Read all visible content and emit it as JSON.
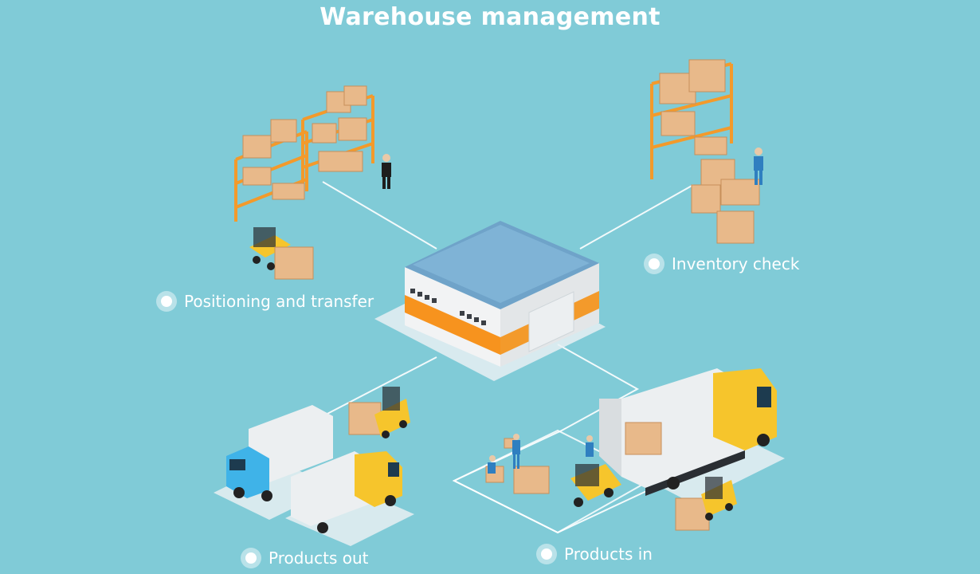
{
  "title": "Warehouse management",
  "labels": {
    "positioning": "Positioning and transfer",
    "inventory": "Inventory check",
    "products_out": "Products out",
    "products_in": "Products in"
  },
  "colors": {
    "background": "#80cbd7",
    "roof": "#6fa3c9",
    "stripe": "#f7931e",
    "box": "#e8b98a",
    "truck_cab_yellow": "#f6c52c",
    "truck_cab_blue": "#3fb3e8",
    "shelf": "#f39a2b"
  }
}
